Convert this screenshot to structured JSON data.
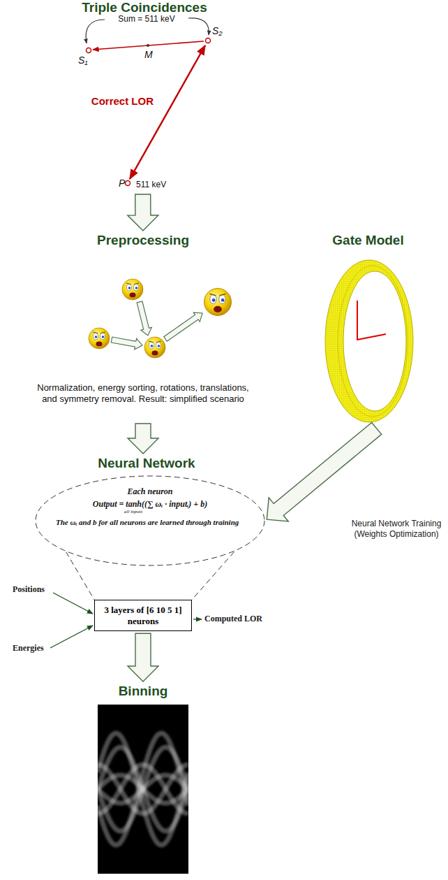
{
  "diagram": {
    "nodes": [
      {
        "text": [
          "Triple Coincidences"
        ]
      },
      {
        "text": [
          "Preprocessing",
          "Normalization, energy sorting, rotations, translations, and symmetry removal. Result: simplified scenario"
        ]
      },
      {
        "text": [
          "Gate Model"
        ]
      },
      {
        "text": [
          "Neural Network"
        ]
      },
      {
        "text": [
          "Each neuron",
          "Output = tanh((∑ ωᵢ · inputᵢ) + b)",
          "all inputs",
          "The ωᵢ and b for all neurons are learned through training"
        ],
        "in": 3
      },
      {
        "text": [
          "3 layers of [6 10 5 1] neurons"
        ],
        "in": 3
      },
      {
        "text": [
          "Binning"
        ]
      }
    ],
    "edges": [
      {
        "from": 0,
        "to": 1,
        "arrow": "to"
      },
      {
        "from": 1,
        "to": 3,
        "arrow": "to"
      },
      {
        "from": 2,
        "to": 4,
        "arrow": "to",
        "label": "Neural Network Training (Weights Optimization)"
      },
      {
        "from": 5,
        "to": 6,
        "arrow": "to"
      }
    ],
    "labels": [
      "Sum = 511 keV",
      "S₁",
      "M",
      "S₂",
      "Correct LOR",
      "P",
      "511 keV",
      "Positions",
      "Energies",
      "Computed LOR"
    ]
  }
}
